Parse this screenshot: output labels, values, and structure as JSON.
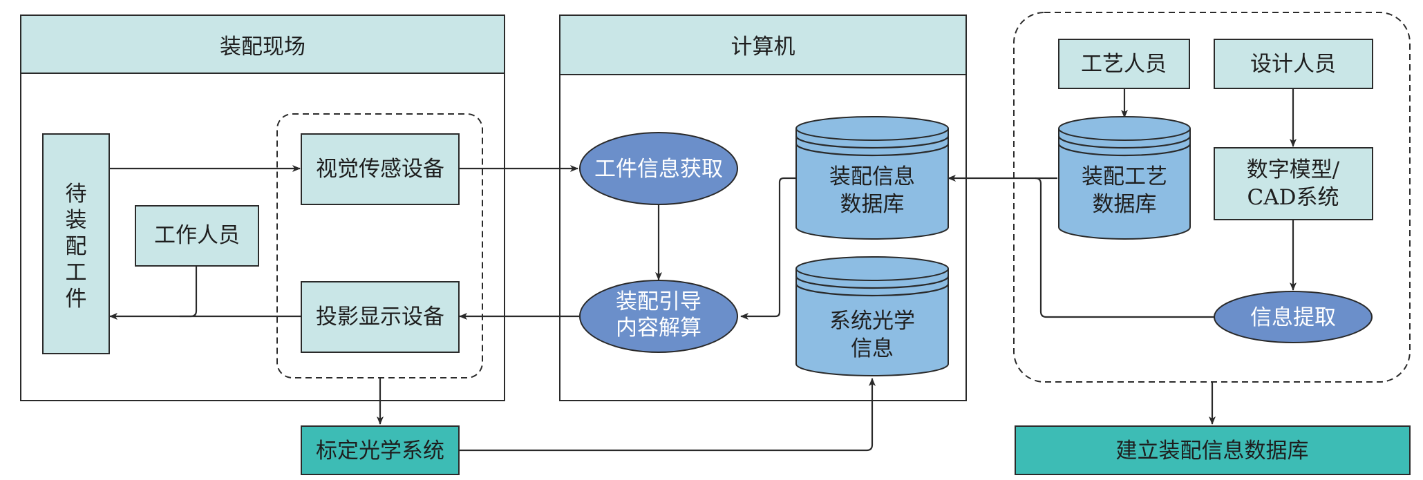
{
  "panels": {
    "site_title": "装配现场",
    "computer_title": "计算机"
  },
  "nodes": {
    "workpiece": [
      "待",
      "装",
      "配",
      "工",
      "件"
    ],
    "visual_sensor": "视觉传感设备",
    "worker": "工作人员",
    "projector": "投影显示设备",
    "calibration": "标定光学系统",
    "info_acquire": "工件信息获取",
    "guide_calc": [
      "装配引导",
      "内容解算"
    ],
    "assembly_db": [
      "装配信息",
      "数据库"
    ],
    "optical_info": [
      "系统光学",
      "信息"
    ],
    "craftsman": "工艺人员",
    "designer": "设计人员",
    "process_db": [
      "装配工艺",
      "数据库"
    ],
    "digital_model": [
      "数字模型/",
      "CAD系统"
    ],
    "info_extract": "信息提取",
    "build_db": "建立装配信息数据库"
  },
  "colors": {
    "light_box": "#c9e6e7",
    "teal_box": "#3dbcb5",
    "ellipse": "#6b8fca",
    "cylinder": "#8dbde3",
    "stroke": "#2a2a2a"
  }
}
